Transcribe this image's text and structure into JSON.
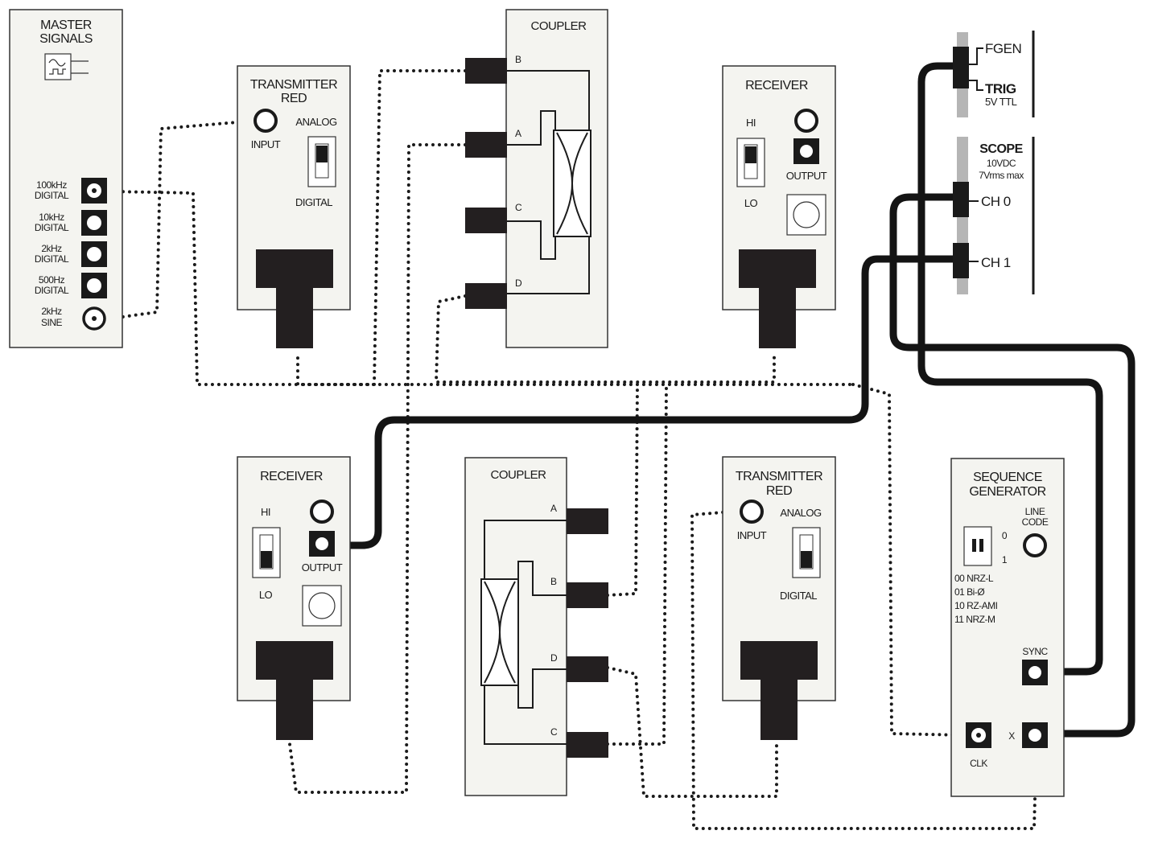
{
  "master": {
    "title_line1": "MASTER",
    "title_line2": "SIGNALS",
    "out1_line1": "100kHz",
    "out1_line2": "DIGITAL",
    "out2_line1": "10kHz",
    "out2_line2": "DIGITAL",
    "out3_line1": "2kHz",
    "out3_line2": "DIGITAL",
    "out4_line1": "500Hz",
    "out4_line2": "DIGITAL",
    "out5_line1": "2kHz",
    "out5_line2": "SINE"
  },
  "tx_top": {
    "title_line1": "TRANSMITTER",
    "title_line2": "RED",
    "input": "INPUT",
    "analog": "ANALOG",
    "digital": "DIGITAL"
  },
  "coupler_top": {
    "title": "COUPLER",
    "port_b": "B",
    "port_a": "A",
    "port_c": "C",
    "port_d": "D"
  },
  "rx_top": {
    "title": "RECEIVER",
    "hi": "HI",
    "lo": "LO",
    "output": "OUTPUT"
  },
  "instrument": {
    "fgen": "FGEN",
    "trig": "TRIG",
    "trig_sub": "5V TTL",
    "scope": "SCOPE",
    "scope_sub1": "10VDC",
    "scope_sub2": "7Vrms max",
    "ch0": "CH 0",
    "ch1": "CH 1"
  },
  "rx_bottom": {
    "title": "RECEIVER",
    "hi": "HI",
    "lo": "LO",
    "output": "OUTPUT"
  },
  "coupler_bottom": {
    "title": "COUPLER",
    "port_a": "A",
    "port_b": "B",
    "port_d": "D",
    "port_c": "C"
  },
  "tx_bottom": {
    "title_line1": "TRANSMITTER",
    "title_line2": "RED",
    "input": "INPUT",
    "analog": "ANALOG",
    "digital": "DIGITAL"
  },
  "seqgen": {
    "title_line1": "SEQUENCE",
    "title_line2": "GENERATOR",
    "line_code_1": "LINE",
    "line_code_2": "CODE",
    "sw_0": "0",
    "sw_1": "1",
    "code1": "00 NRZ-L",
    "code2": "01 Bi-Ø",
    "code3": "10 RZ-AMI",
    "code4": "11 NRZ-M",
    "sync": "SYNC",
    "clk": "CLK",
    "x": "X"
  }
}
